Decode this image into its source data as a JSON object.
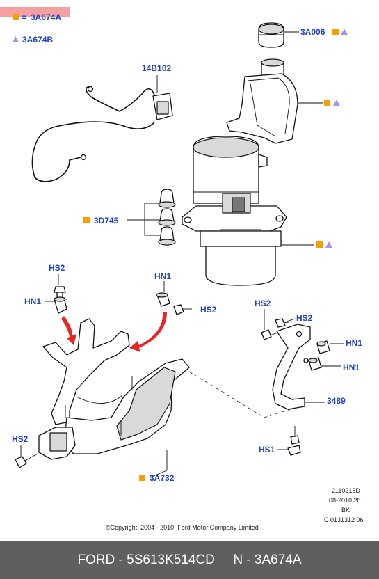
{
  "legend": {
    "square_code": "3A674A",
    "triangle_code": "3A674B",
    "square_color": "#f5a000",
    "triangle_color": "#b48ee0",
    "highlight_color": "#f08080"
  },
  "callouts": {
    "reservoir_cap": "3A006",
    "harness": "14B102",
    "grommets": "3D745",
    "heat_shield": "3A732",
    "bracket": "3489",
    "hs2_top": "HS2",
    "hn1_top": "HN1",
    "hn1_center": "HN1",
    "hs2_center": "HS2",
    "hs2_right": "HS2",
    "hs2_right_b": "HS2",
    "hn1_right_a": "HN1",
    "hn1_right_b": "HN1",
    "hs1": "HS1",
    "hs2_left": "HS2"
  },
  "meta": {
    "line1": "2110215D",
    "line2": "08-2010 28",
    "line3": "BK",
    "line4": "C 0131312 06",
    "copyright": "©Copyright, 2004 - 2010, Ford Motor Company Limited"
  },
  "footer": {
    "brand_part": "FORD - 5S613K514CD",
    "code": "N - 3A674A"
  }
}
